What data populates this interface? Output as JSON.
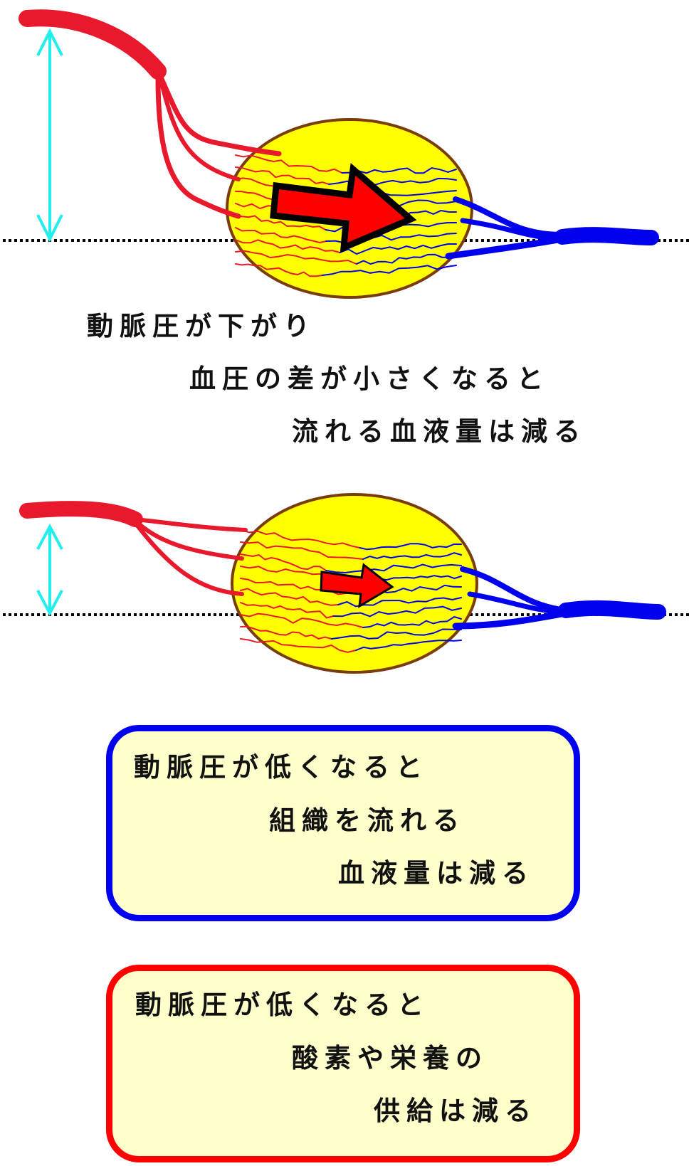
{
  "diagram_top": {
    "caption_lines": [
      "動脈圧が下がり",
      "血圧の差が小さくなると",
      "流れる血液量は減る"
    ]
  },
  "box_blood_flow": {
    "lines": [
      "動脈圧が低くなると",
      "組織を流れる",
      "血液量は減る"
    ],
    "border_color": "#0000ee"
  },
  "box_oxygen": {
    "lines": [
      "動脈圧が低くなると",
      "酸素や栄養の",
      "供給は減る"
    ],
    "border_color": "#ff0000"
  },
  "colors": {
    "artery": "#e8192c",
    "vein": "#0000ee",
    "tissue": "#ffff00",
    "tissue_border": "#7a3d0a",
    "pressure_arrow": "#22eeee",
    "flow_arrow": "#ff0000",
    "box_fill": "#ffffcc"
  }
}
